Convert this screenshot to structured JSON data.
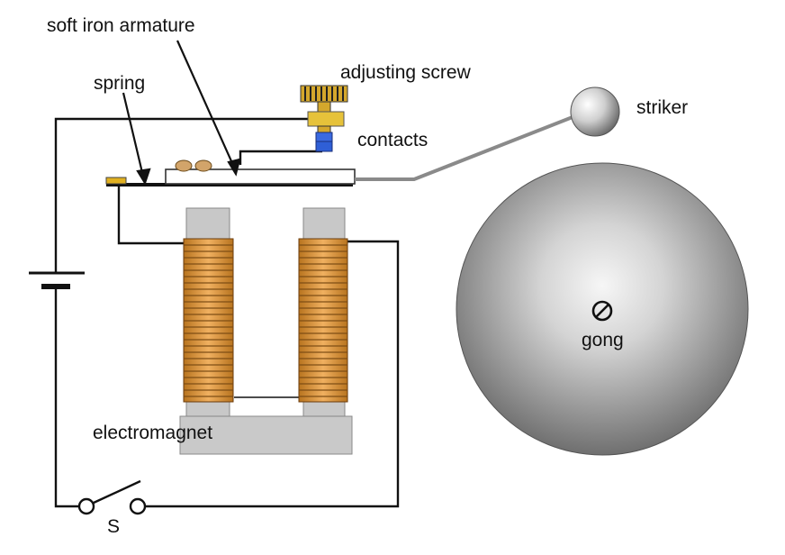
{
  "labels": {
    "armature": "soft iron armature",
    "adjusting_screw": "adjusting screw",
    "spring": "spring",
    "striker": "striker",
    "contacts": "contacts",
    "gong": "gong",
    "electromagnet": "electromagnet",
    "switch": "S"
  },
  "colors": {
    "wire": "#111111",
    "coil": "#d2913a",
    "coil_line": "#7a4a12",
    "core": "#c8c8c8",
    "yoke": "#c9c9c9",
    "screw_knob": "#d4a72c",
    "screw_stem": "#e6c23a",
    "contact_blue": "#2f5fd6",
    "spring_block": "#e0b020",
    "gong_center": "#f4f4f4",
    "gong_edge": "#6e6e6e"
  }
}
